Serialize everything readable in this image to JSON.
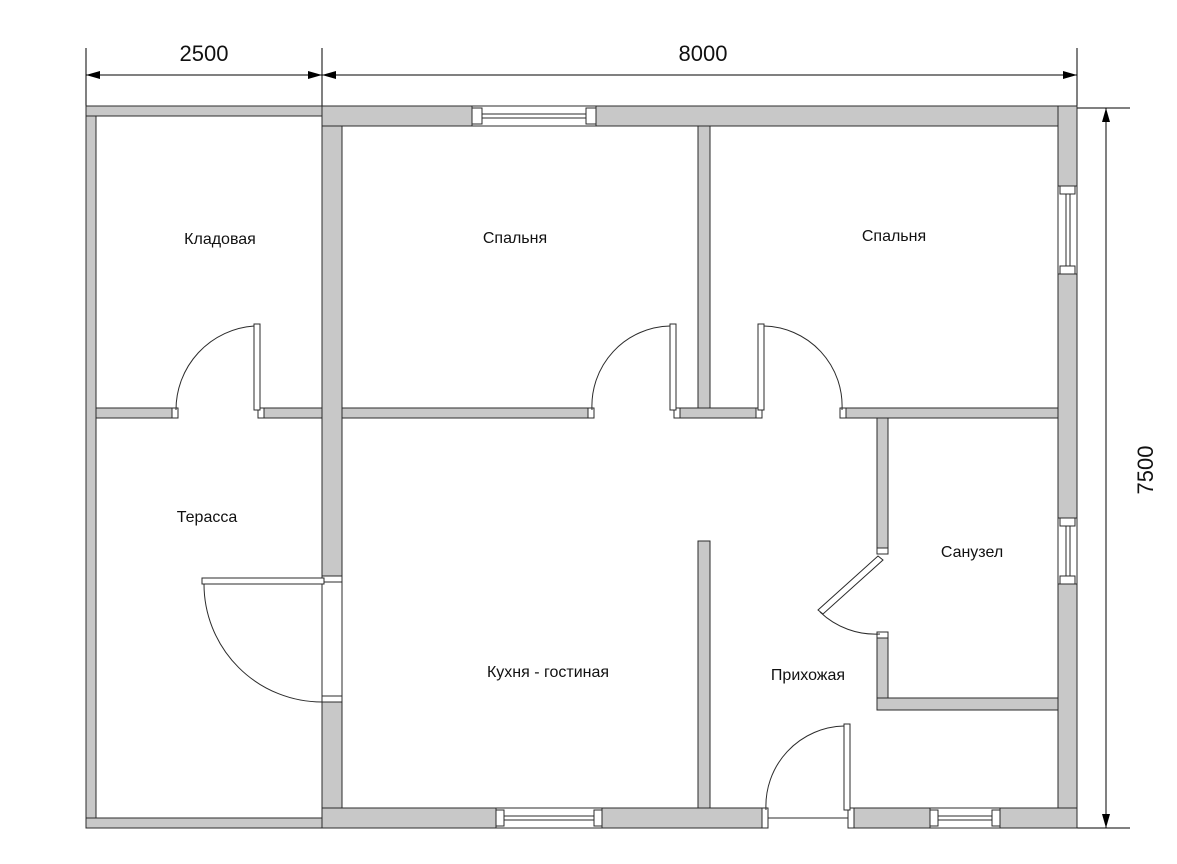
{
  "dimensions": {
    "left_width": "2500",
    "right_width": "8000",
    "height": "7500"
  },
  "rooms": {
    "storage": "Кладовая",
    "bedroom_1": "Спальня",
    "bedroom_2": "Спальня",
    "terrace": "Терасса",
    "bathroom": "Санузел",
    "kitchen_living": "Кухня - гостиная",
    "hallway": "Прихожая"
  }
}
